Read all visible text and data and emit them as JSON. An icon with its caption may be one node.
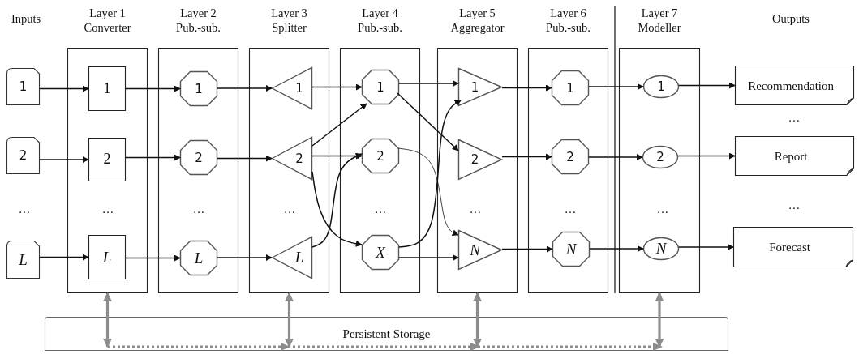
{
  "diagram": {
    "nodes": [
      {
        "text": [
          "1"
        ]
      },
      {
        "text": [
          "2"
        ]
      },
      {
        "text": [
          "L"
        ]
      },
      {
        "text": [
          "Layer 1 Converter"
        ]
      },
      {
        "text": [
          "1"
        ],
        "in": 3
      },
      {
        "text": [
          "2"
        ],
        "in": 3
      },
      {
        "text": [
          "L"
        ],
        "in": 3
      },
      {
        "text": [
          "Layer 2 Pub.-sub."
        ]
      },
      {
        "text": [
          "1"
        ],
        "in": 7
      },
      {
        "text": [
          "2"
        ],
        "in": 7
      },
      {
        "text": [
          "L"
        ],
        "in": 7
      },
      {
        "text": [
          "Layer 3 Splitter"
        ]
      },
      {
        "text": [
          "1"
        ],
        "in": 11
      },
      {
        "text": [
          "2"
        ],
        "in": 11
      },
      {
        "text": [
          "L"
        ],
        "in": 11
      },
      {
        "text": [
          "Layer 4 Pub.-sub."
        ]
      },
      {
        "text": [
          "1"
        ],
        "in": 15
      },
      {
        "text": [
          "2"
        ],
        "in": 15
      },
      {
        "text": [
          "X"
        ],
        "in": 15
      },
      {
        "text": [
          "Layer 5 Aggregator"
        ]
      },
      {
        "text": [
          "1"
        ],
        "in": 19
      },
      {
        "text": [
          "2"
        ],
        "in": 19
      },
      {
        "text": [
          "N"
        ],
        "in": 19
      },
      {
        "text": [
          "Layer 6 Pub.-sub."
        ]
      },
      {
        "text": [
          "1"
        ],
        "in": 23
      },
      {
        "text": [
          "2"
        ],
        "in": 23
      },
      {
        "text": [
          "N"
        ],
        "in": 23
      },
      {
        "text": [
          "Layer 7 Modeller"
        ]
      },
      {
        "text": [
          "1"
        ],
        "in": 27
      },
      {
        "text": [
          "2"
        ],
        "in": 27
      },
      {
        "text": [
          "N"
        ],
        "in": 27
      },
      {
        "text": [
          "Recommendation"
        ]
      },
      {
        "text": [
          "Report"
        ]
      },
      {
        "text": [
          "Forecast"
        ]
      },
      {
        "text": [
          "Persistent Storage"
        ]
      }
    ],
    "edges": [
      {
        "from": 0,
        "to": 4,
        "arrow": "to"
      },
      {
        "from": 1,
        "to": 5,
        "arrow": "to"
      },
      {
        "from": 2,
        "to": 6,
        "arrow": "to"
      },
      {
        "from": 4,
        "to": 8,
        "arrow": "to"
      },
      {
        "from": 5,
        "to": 9,
        "arrow": "to"
      },
      {
        "from": 6,
        "to": 10,
        "arrow": "to"
      },
      {
        "from": 8,
        "to": 12,
        "arrow": "to"
      },
      {
        "from": 9,
        "to": 13,
        "arrow": "to"
      },
      {
        "from": 10,
        "to": 14,
        "arrow": "to"
      },
      {
        "from": 12,
        "to": 16,
        "arrow": "to"
      },
      {
        "from": 13,
        "to": 17,
        "arrow": "to"
      },
      {
        "from": 13,
        "to": 16,
        "arrow": "to"
      },
      {
        "from": 13,
        "to": 18,
        "arrow": "to"
      },
      {
        "from": 14,
        "to": 17,
        "arrow": "to"
      },
      {
        "from": 16,
        "to": 20,
        "arrow": "to"
      },
      {
        "from": 16,
        "to": 21,
        "arrow": "to"
      },
      {
        "from": 17,
        "to": 22,
        "arrow": "to"
      },
      {
        "from": 18,
        "to": 20,
        "arrow": "to"
      },
      {
        "from": 18,
        "to": 22,
        "arrow": "to"
      },
      {
        "from": 20,
        "to": 24,
        "arrow": "to"
      },
      {
        "from": 21,
        "to": 25,
        "arrow": "to"
      },
      {
        "from": 22,
        "to": 26,
        "arrow": "to"
      },
      {
        "from": 24,
        "to": 28,
        "arrow": "to"
      },
      {
        "from": 25,
        "to": 29,
        "arrow": "to"
      },
      {
        "from": 26,
        "to": 30,
        "arrow": "to"
      },
      {
        "from": 28,
        "to": 31,
        "arrow": "to"
      },
      {
        "from": 29,
        "to": 32,
        "arrow": "to"
      },
      {
        "from": 30,
        "to": 33,
        "arrow": "to"
      },
      {
        "from": 3,
        "to": 34,
        "arrow": "both",
        "style": "thick",
        "color": "#8c8c8c"
      },
      {
        "from": 11,
        "to": 34,
        "arrow": "both",
        "style": "thick",
        "color": "#8c8c8c"
      },
      {
        "from": 19,
        "to": 34,
        "arrow": "both",
        "style": "thick",
        "color": "#8c8c8c"
      },
      {
        "from": 27,
        "to": 34,
        "arrow": "both",
        "style": "thick",
        "color": "#8c8c8c"
      }
    ],
    "labels": [
      "Inputs",
      "Outputs",
      "…",
      "…",
      "…",
      "…",
      "…",
      "…",
      "…",
      "…",
      "…",
      "…"
    ]
  }
}
